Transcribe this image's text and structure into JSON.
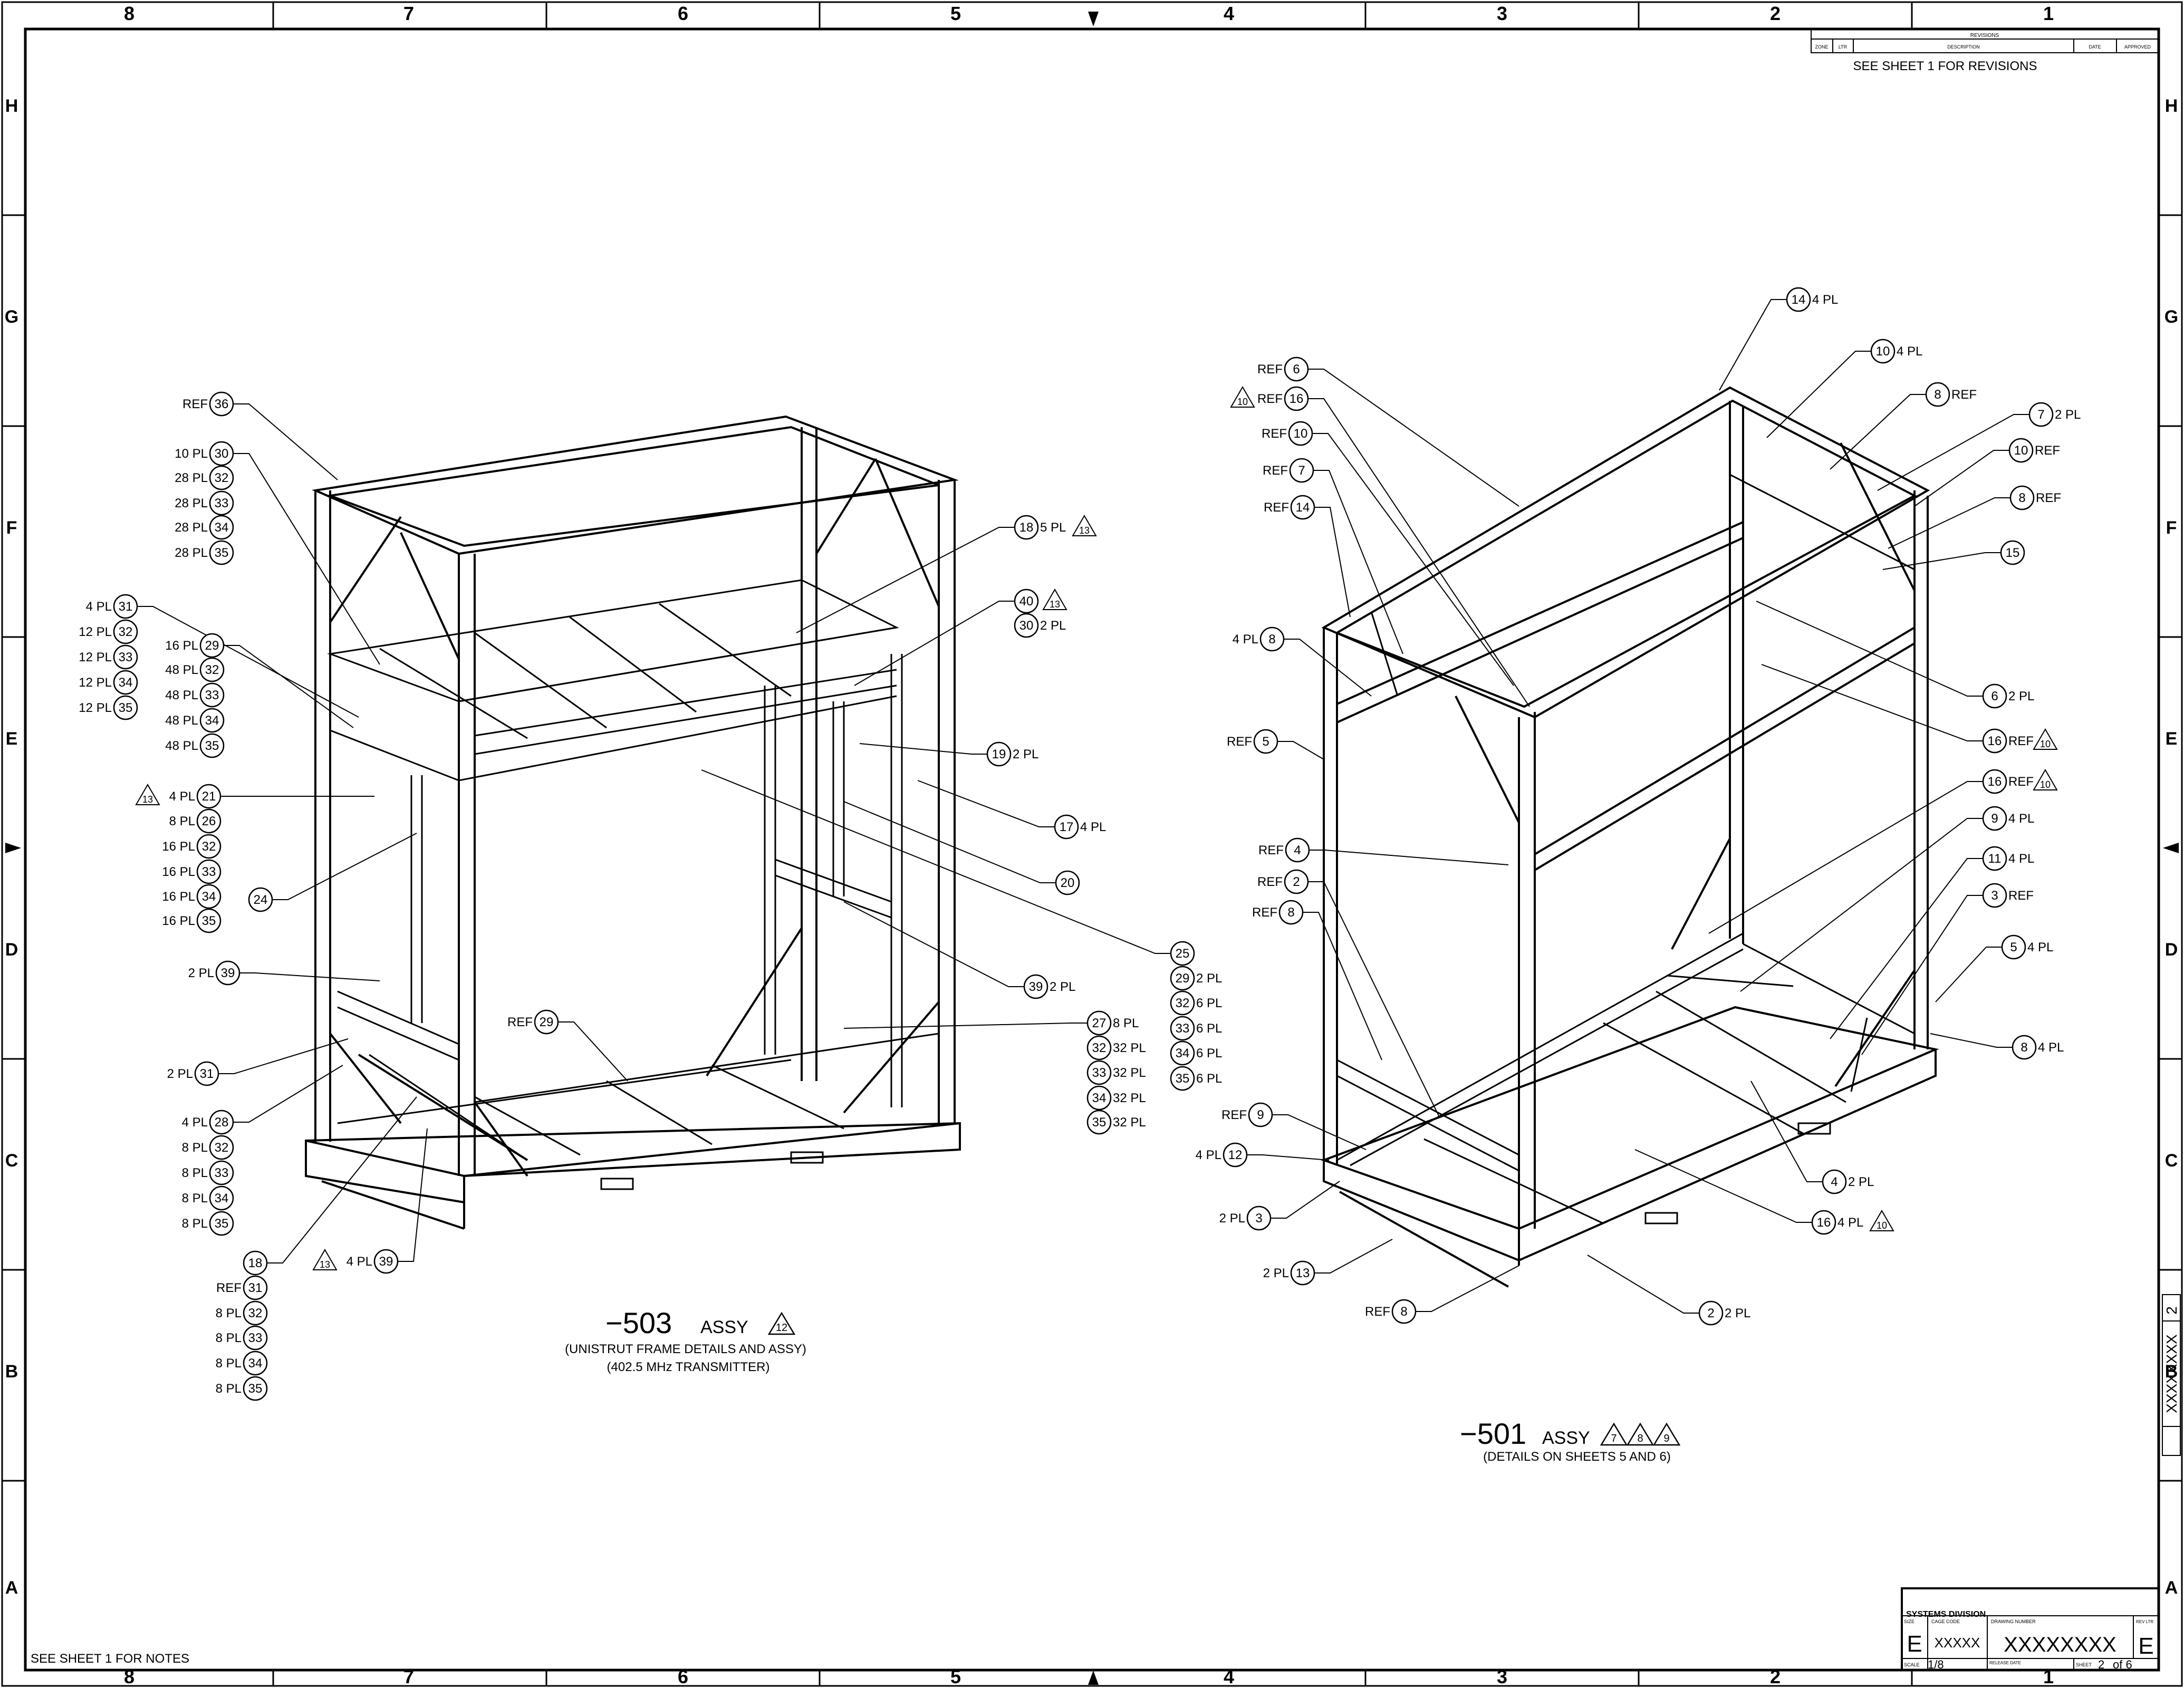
{
  "border": {
    "columns": [
      "8",
      "7",
      "6",
      "5",
      "4",
      "3",
      "2",
      "1"
    ],
    "rows": [
      "H",
      "G",
      "F",
      "E",
      "D",
      "C",
      "B",
      "A"
    ]
  },
  "revisions": {
    "title": "REVISIONS",
    "headers": [
      "ZONE",
      "LTR",
      "DESCRIPTION",
      "DATE",
      "APPROVED"
    ],
    "note": "SEE SHEET 1 FOR REVISIONS"
  },
  "notes_ref": "SEE SHEET 1 FOR NOTES",
  "views": {
    "left": {
      "title": "−503",
      "assy": "ASSY",
      "flag": "12",
      "sub1": "(UNISTRUT FRAME DETAILS AND ASSY)",
      "sub2": "(402.5 MHz TRANSMITTER)"
    },
    "right": {
      "title": "−501",
      "assy": "ASSY",
      "flags": [
        "7",
        "8",
        "9"
      ],
      "sub1": "(DETAILS ON SHEETS 5 AND 6)"
    }
  },
  "balloons_left": [
    {
      "pre": "REF",
      "n": "36"
    },
    {
      "pre": "10 PL",
      "n": "30"
    },
    {
      "pre": "28 PL",
      "n": "32"
    },
    {
      "pre": "28 PL",
      "n": "33"
    },
    {
      "pre": "28 PL",
      "n": "34"
    },
    {
      "pre": "28 PL",
      "n": "35"
    },
    {
      "pre": "4 PL",
      "n": "31"
    },
    {
      "pre": "12 PL",
      "n": "32"
    },
    {
      "pre": "12 PL",
      "n": "33"
    },
    {
      "pre": "12 PL",
      "n": "34"
    },
    {
      "pre": "12 PL",
      "n": "35"
    },
    {
      "pre": "16 PL",
      "n": "29"
    },
    {
      "pre": "48 PL",
      "n": "32"
    },
    {
      "pre": "48 PL",
      "n": "33"
    },
    {
      "pre": "48 PL",
      "n": "34"
    },
    {
      "pre": "48 PL",
      "n": "35"
    },
    {
      "pre": "4 PL",
      "n": "21",
      "flag": "13"
    },
    {
      "pre": "8 PL",
      "n": "26"
    },
    {
      "pre": "16 PL",
      "n": "32"
    },
    {
      "pre": "16 PL",
      "n": "33"
    },
    {
      "pre": "16 PL",
      "n": "34"
    },
    {
      "pre": "16 PL",
      "n": "35"
    },
    {
      "pre": "",
      "n": "24"
    },
    {
      "pre": "2 PL",
      "n": "39"
    },
    {
      "pre": "2 PL",
      "n": "31"
    },
    {
      "pre": "4 PL",
      "n": "28"
    },
    {
      "pre": "8 PL",
      "n": "32"
    },
    {
      "pre": "8 PL",
      "n": "33"
    },
    {
      "pre": "8 PL",
      "n": "34"
    },
    {
      "pre": "8 PL",
      "n": "35"
    },
    {
      "pre": "",
      "n": "18"
    },
    {
      "pre": "REF",
      "n": "31"
    },
    {
      "pre": "8 PL",
      "n": "32"
    },
    {
      "pre": "8 PL",
      "n": "33"
    },
    {
      "pre": "8 PL",
      "n": "34"
    },
    {
      "pre": "8 PL",
      "n": "35"
    },
    {
      "pre": "4 PL",
      "n": "39",
      "flag": "13"
    },
    {
      "pre": "REF",
      "n": "29"
    },
    {
      "post": "5 PL",
      "n": "18",
      "flag": "13"
    },
    {
      "post": "",
      "n": "40",
      "flag": "13"
    },
    {
      "post": "2 PL",
      "n": "30"
    },
    {
      "post": "2 PL",
      "n": "19"
    },
    {
      "post": "4 PL",
      "n": "17"
    },
    {
      "post": "",
      "n": "20"
    },
    {
      "post": "",
      "n": "25"
    },
    {
      "post": "2 PL",
      "n": "29"
    },
    {
      "post": "6 PL",
      "n": "32"
    },
    {
      "post": "6 PL",
      "n": "33"
    },
    {
      "post": "6 PL",
      "n": "34"
    },
    {
      "post": "6 PL",
      "n": "35"
    },
    {
      "post": "2 PL",
      "n": "39"
    },
    {
      "post": "8 PL",
      "n": "27"
    },
    {
      "post": "32 PL",
      "n": "32"
    },
    {
      "post": "32 PL",
      "n": "33"
    },
    {
      "post": "32 PL",
      "n": "34"
    },
    {
      "post": "32 PL",
      "n": "35"
    }
  ],
  "balloons_right": [
    {
      "post": "4 PL",
      "n": "14"
    },
    {
      "post": "4 PL",
      "n": "10"
    },
    {
      "post": "REF",
      "n": "8"
    },
    {
      "post": "2 PL",
      "n": "7"
    },
    {
      "post": "REF",
      "n": "10"
    },
    {
      "post": "REF",
      "n": "8"
    },
    {
      "post": "",
      "n": "15"
    },
    {
      "post": "2 PL",
      "n": "6"
    },
    {
      "post": "REF",
      "n": "16",
      "flag": "10"
    },
    {
      "post": "REF",
      "n": "16",
      "flag": "10"
    },
    {
      "post": "4 PL",
      "n": "9"
    },
    {
      "post": "4 PL",
      "n": "11"
    },
    {
      "post": "REF",
      "n": "3"
    },
    {
      "post": "4 PL",
      "n": "5"
    },
    {
      "post": "4 PL",
      "n": "8"
    },
    {
      "post": "2 PL",
      "n": "4"
    },
    {
      "post": "4 PL",
      "n": "16",
      "flag": "10"
    },
    {
      "post": "2 PL",
      "n": "2"
    },
    {
      "pre": "REF",
      "n": "6"
    },
    {
      "pre": "REF",
      "n": "16",
      "flag": "10"
    },
    {
      "pre": "REF",
      "n": "10"
    },
    {
      "pre": "REF",
      "n": "7"
    },
    {
      "pre": "REF",
      "n": "14"
    },
    {
      "pre": "4 PL",
      "n": "8"
    },
    {
      "pre": "REF",
      "n": "5"
    },
    {
      "pre": "REF",
      "n": "4"
    },
    {
      "pre": "REF",
      "n": "2"
    },
    {
      "pre": "REF",
      "n": "8"
    },
    {
      "pre": "REF",
      "n": "9"
    },
    {
      "pre": "4 PL",
      "n": "12"
    },
    {
      "pre": "2 PL",
      "n": "3"
    },
    {
      "pre": "2 PL",
      "n": "13"
    },
    {
      "pre": "REF",
      "n": "8"
    }
  ],
  "title_block": {
    "company": "SYSTEMS DIVISION",
    "size_label": "SIZE",
    "size": "E",
    "cage_label": "CAGE CODE",
    "cage": "XXXXX",
    "dwg_label": "DRAWING NUMBER",
    "dwg": "XXXXXXXX",
    "rev_label": "REV LTR",
    "rev": "E",
    "scale_label": "SCALE",
    "scale": "1/8",
    "release_label": "RELEASE DATE",
    "sheet_label": "SHEET",
    "sheet": "2",
    "of": "of 6"
  },
  "side_tab": {
    "dwg": "XXXXXXXX",
    "sheet": "2"
  }
}
